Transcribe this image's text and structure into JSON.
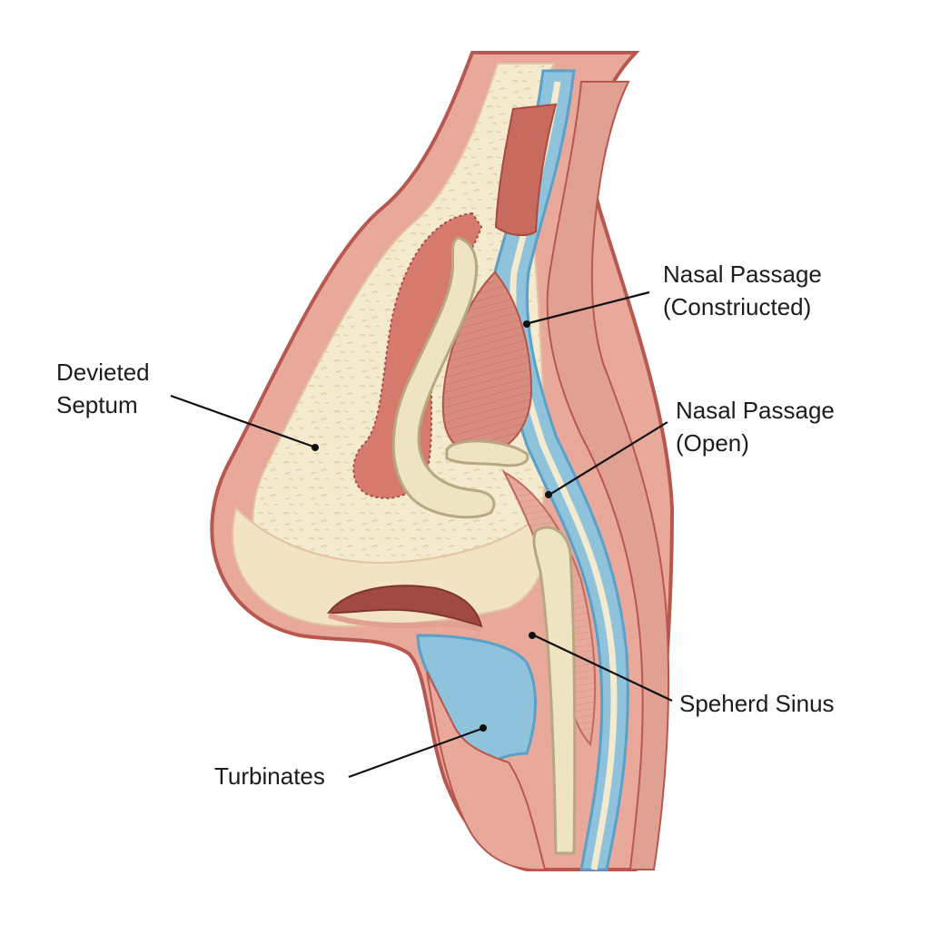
{
  "diagram": {
    "labels": {
      "deviated_septum": [
        "Devieted",
        "Septum"
      ],
      "passage_constricted": [
        "Nasal Passage",
        "(Constriucted)"
      ],
      "passage_open": [
        "Nasal Passage",
        "(Open)"
      ],
      "spehrd_sinus": [
        "Speherd Sinus"
      ],
      "turbinates": [
        "Turbinates"
      ]
    },
    "colors": {
      "skin_outline": "#b8574f",
      "skin_fill": "#e8a99a",
      "cartilage_fill": "#f4ead0",
      "bone_fill": "#ede2bc",
      "mucosa_red": "#c25a4f",
      "muscle_fill": "#d98c80",
      "airway_blue": "#8fc3dc",
      "blue_line": "#5aa0c8",
      "leader_line": "#111111"
    }
  }
}
